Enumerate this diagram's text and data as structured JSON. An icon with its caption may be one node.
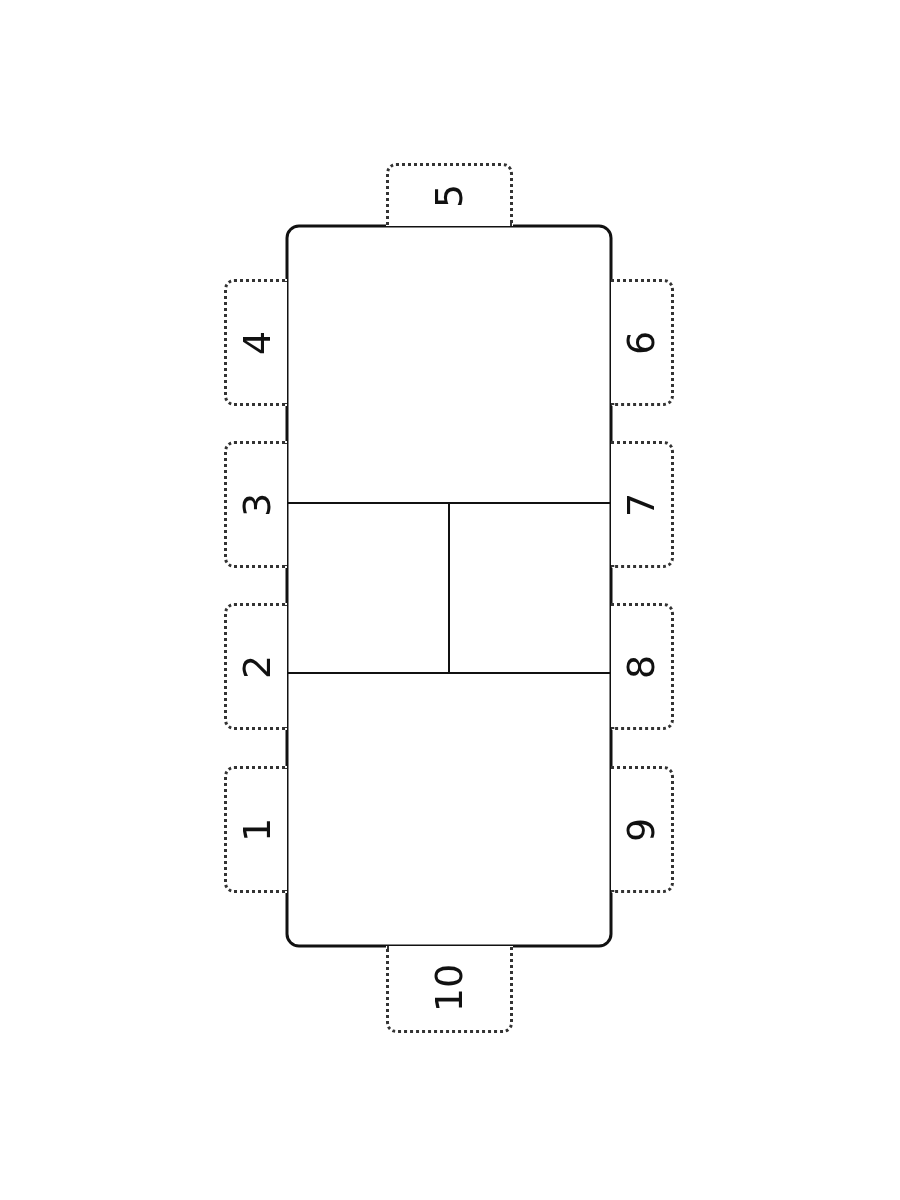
{
  "diagram": {
    "nodes": [
      {
        "text": [
          "1"
        ]
      },
      {
        "text": [
          "2"
        ]
      },
      {
        "text": [
          "3"
        ]
      },
      {
        "text": [
          "4"
        ]
      },
      {
        "text": [
          "5"
        ]
      },
      {
        "text": [
          "6"
        ]
      },
      {
        "text": [
          "7"
        ]
      },
      {
        "text": [
          "8"
        ]
      },
      {
        "text": [
          "9"
        ]
      },
      {
        "text": [
          "10"
        ]
      }
    ]
  }
}
